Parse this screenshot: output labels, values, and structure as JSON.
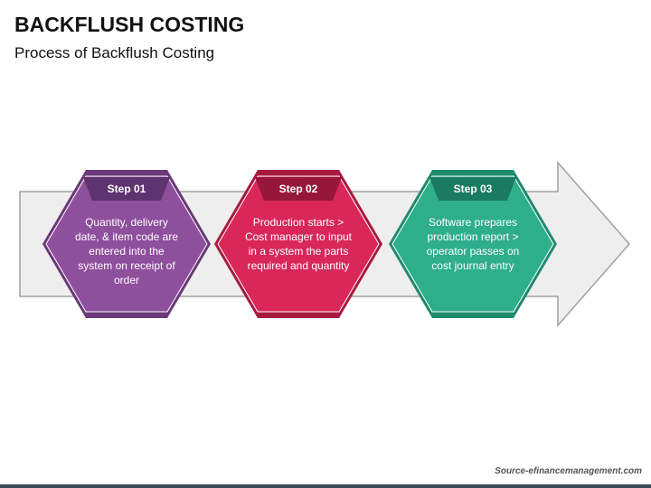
{
  "title": "BACKFLUSH COSTING",
  "subtitle": "Process of Backflush Costing",
  "steps": [
    {
      "label": "Step 01",
      "text": "Quantity, delivery date, & item code are entered into the system on receipt of order",
      "color": "#8e4f9d",
      "dark_color": "#6a3878",
      "header_color": "#5e3370"
    },
    {
      "label": "Step 02",
      "text": "Production starts > Cost manager to input in a system the parts required and quantity",
      "color": "#d9275a",
      "dark_color": "#a8193f",
      "header_color": "#97163b"
    },
    {
      "label": "Step 03",
      "text": "Software prepares production report > operator passes on cost journal entry",
      "color": "#2fae8c",
      "dark_color": "#1f8a6c",
      "header_color": "#1b7b60"
    }
  ],
  "arrow_color": "#eeeeee",
  "source": "Source-efinancemanagement.com"
}
